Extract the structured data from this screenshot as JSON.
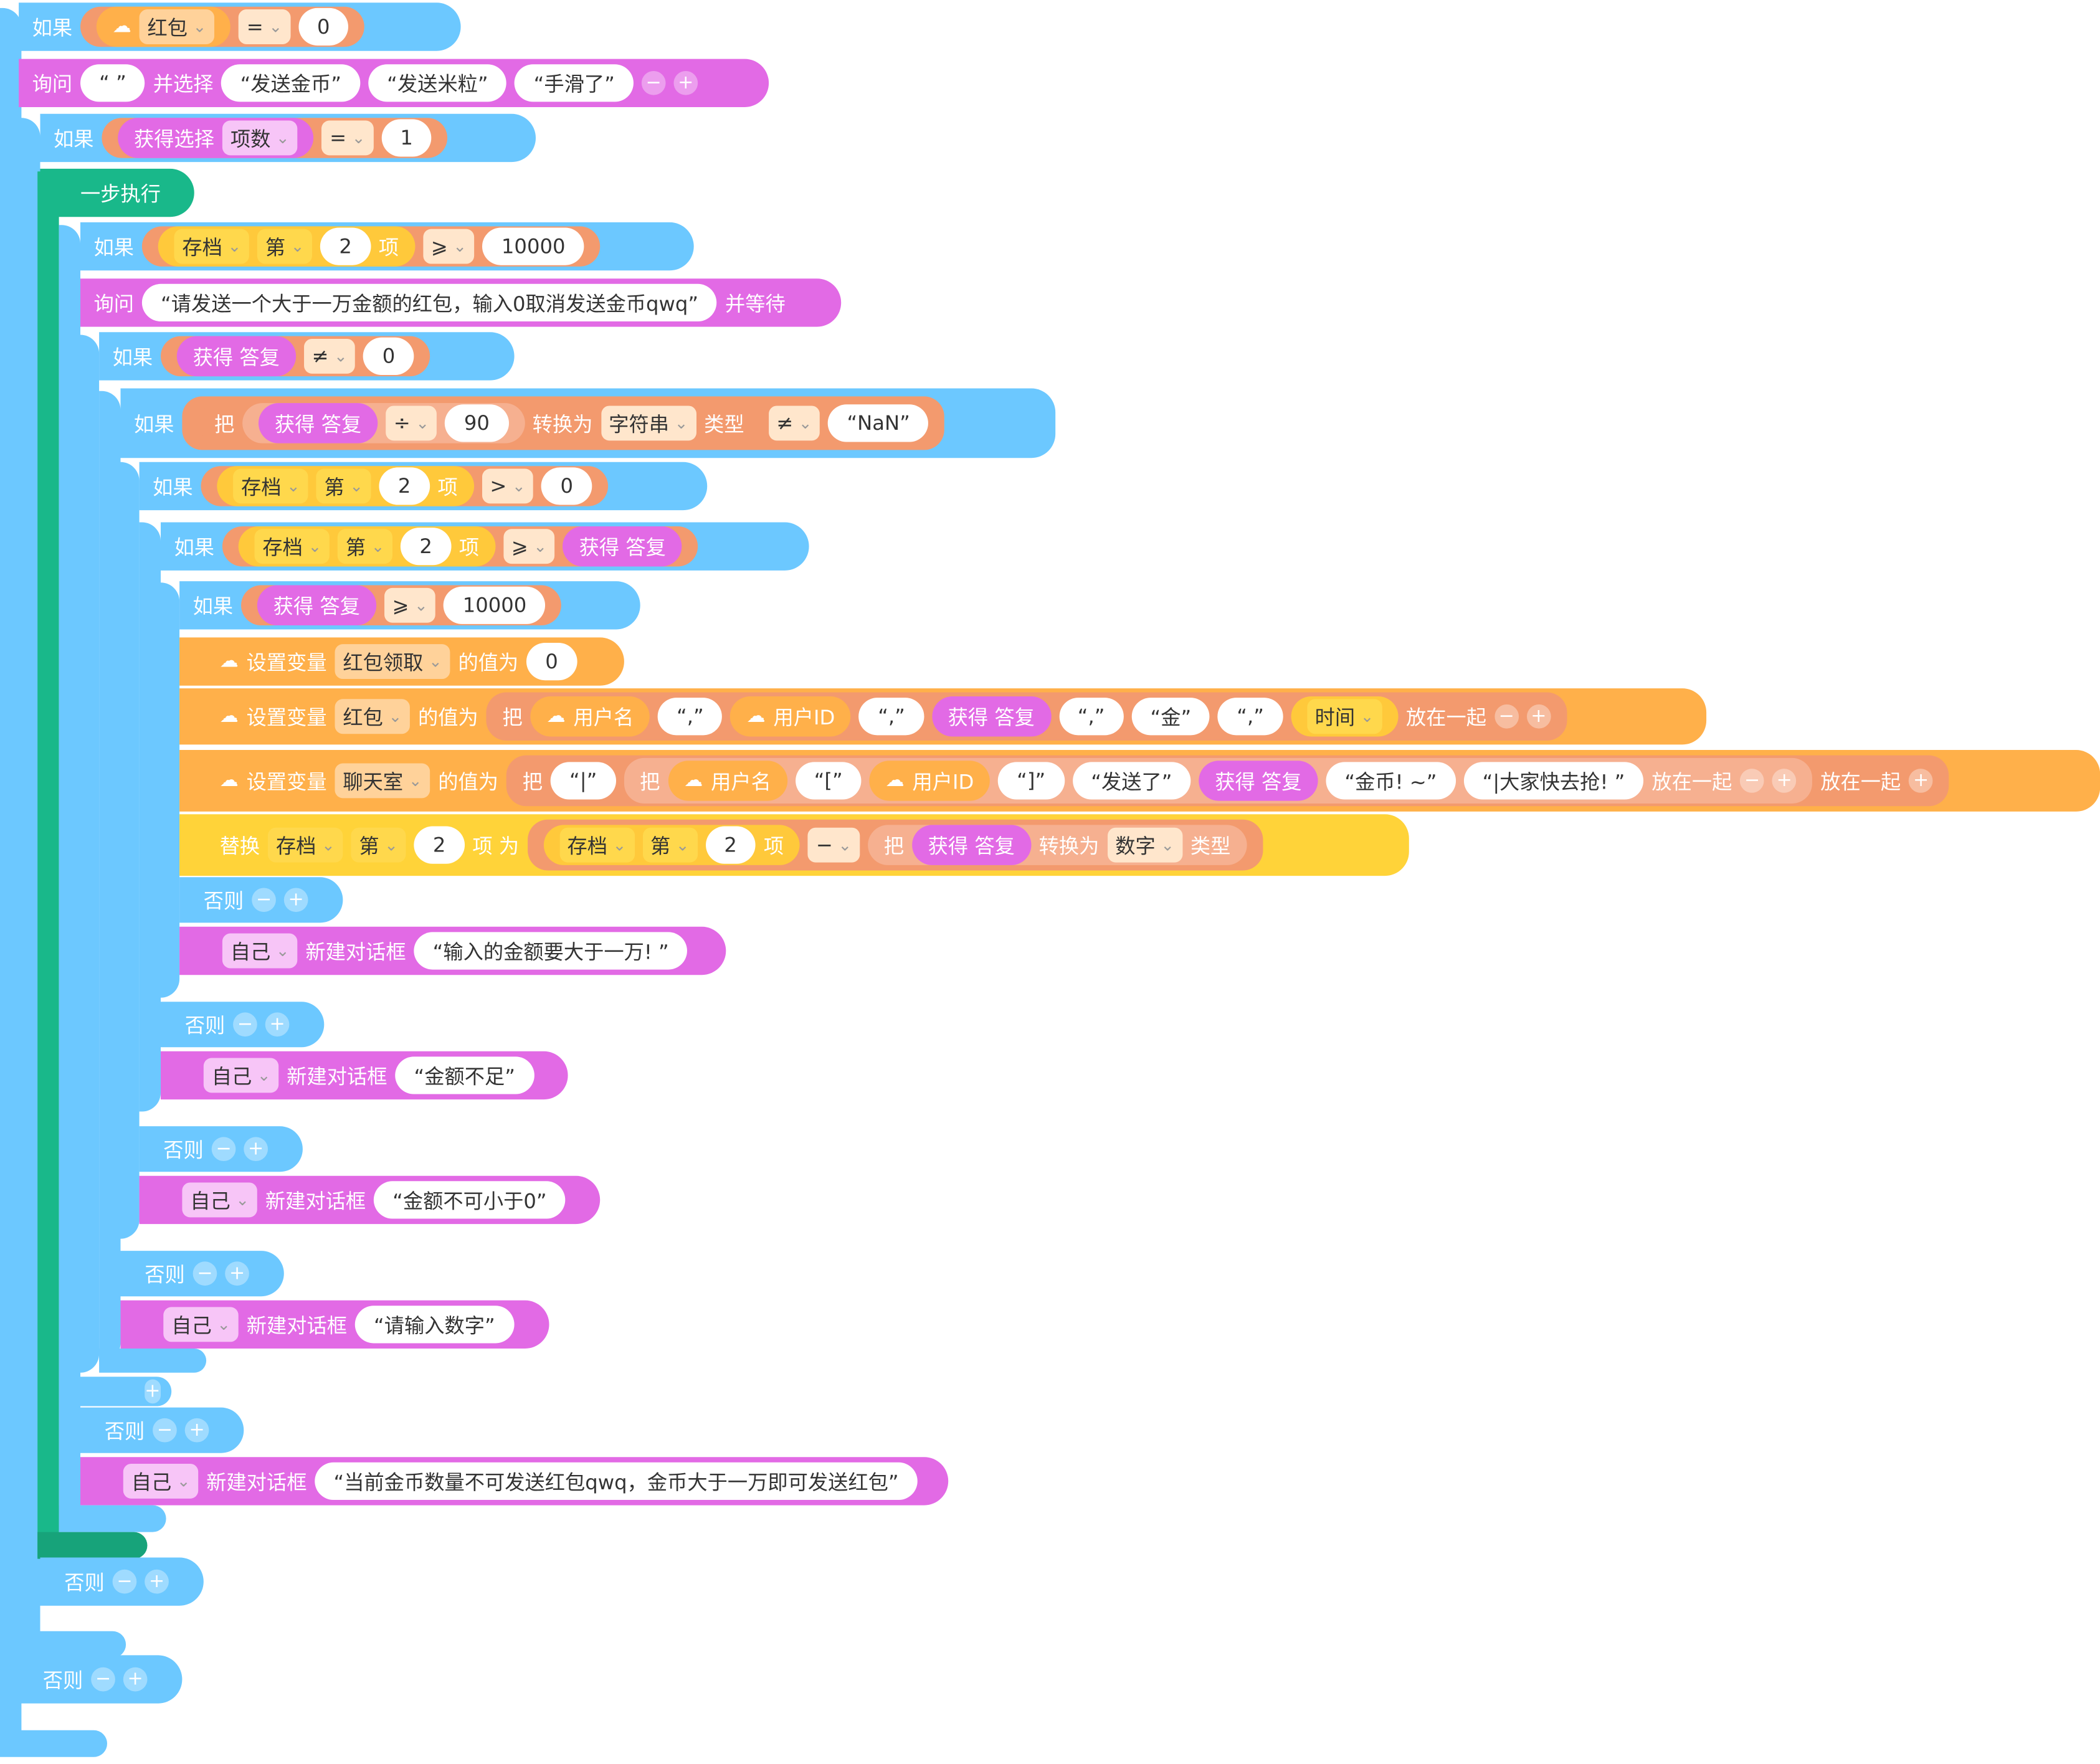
{
  "kw": {
    "if": "如果",
    "else": "否则",
    "ask": "询问",
    "and_choose": "并选择",
    "get_choice": "获得选择",
    "choice_count": "项数",
    "step": "一步执行",
    "save": "存档",
    "nth": "第",
    "item": "项",
    "and_wait": "并等待",
    "get_answer": "获得 答复",
    "ba": "把",
    "convert": "转换为",
    "type": "类型",
    "string": "字符串",
    "number": "数字",
    "set_var": "设置变量",
    "value_is": "的值为",
    "username": "用户名",
    "userid": "用户ID",
    "time": "时间",
    "join": "放在一起",
    "replace": "替换",
    "item_as": "项 为",
    "self": "自己",
    "new_dialog": "新建对话框",
    "var_redpack": "红包",
    "var_redpack_claim": "红包领取",
    "var_chatroom": "聊天室"
  },
  "ops": {
    "eq": "=",
    "ge": "⩾",
    "ne": "≠",
    "div": "÷",
    "gt": ">",
    "minus": "−"
  },
  "vals": {
    "zero": "0",
    "one": "1",
    "two": "2",
    "ninety": "90",
    "tenthousand": "10000",
    "blank": "“ ”",
    "opt1": "“发送金币”",
    "opt2": "“发送米粒”",
    "opt3": "“手滑了”",
    "ask_big": "“请发送一个大于一万金额的红包，输入0取消发送金币qwq”",
    "nan": "“NaN”",
    "comma": "“,”",
    "jin": "“金”",
    "bar": "“|”",
    "lb": "“[”",
    "rb": "“]”",
    "sent": "“发送了”",
    "coin": "“金币! ~”",
    "grab": "“|大家快去抢! ”",
    "msg_must_big": "“输入的金额要大于一万! ”",
    "msg_not_enough": "“金额不足”",
    "msg_not_neg": "“金额不可小于0”",
    "msg_input_num": "“请输入数字”",
    "msg_cannot": "“当前金币数量不可发送红包qwq，金币大于一万即可发送红包”"
  },
  "pm": {
    "minus": "−",
    "plus": "+"
  },
  "icons": {
    "cloud": "cloud-icon"
  }
}
